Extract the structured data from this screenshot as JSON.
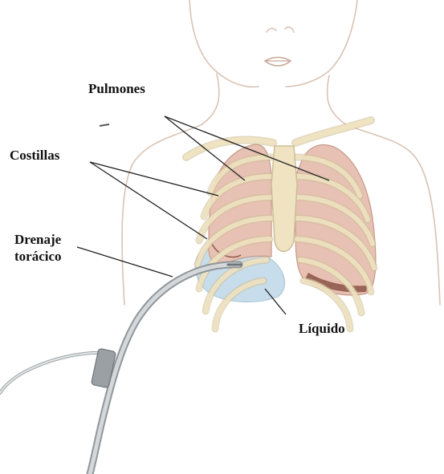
{
  "labels": {
    "lungs": "Pulmones",
    "ribs": "Costillas",
    "drain_line1": "Drenaje",
    "drain_line2": "torácico",
    "fluid": "Líquido"
  },
  "colors": {
    "skin_outline": "#d9c3b4",
    "lung_fill": "#e7c1b3",
    "lung_dark": "#8a5347",
    "rib": "#efe3c2",
    "rib_edge": "#cdbd95",
    "fluid": "#c5dcea",
    "tube": "#b7bcbf",
    "leader": "#222222"
  }
}
